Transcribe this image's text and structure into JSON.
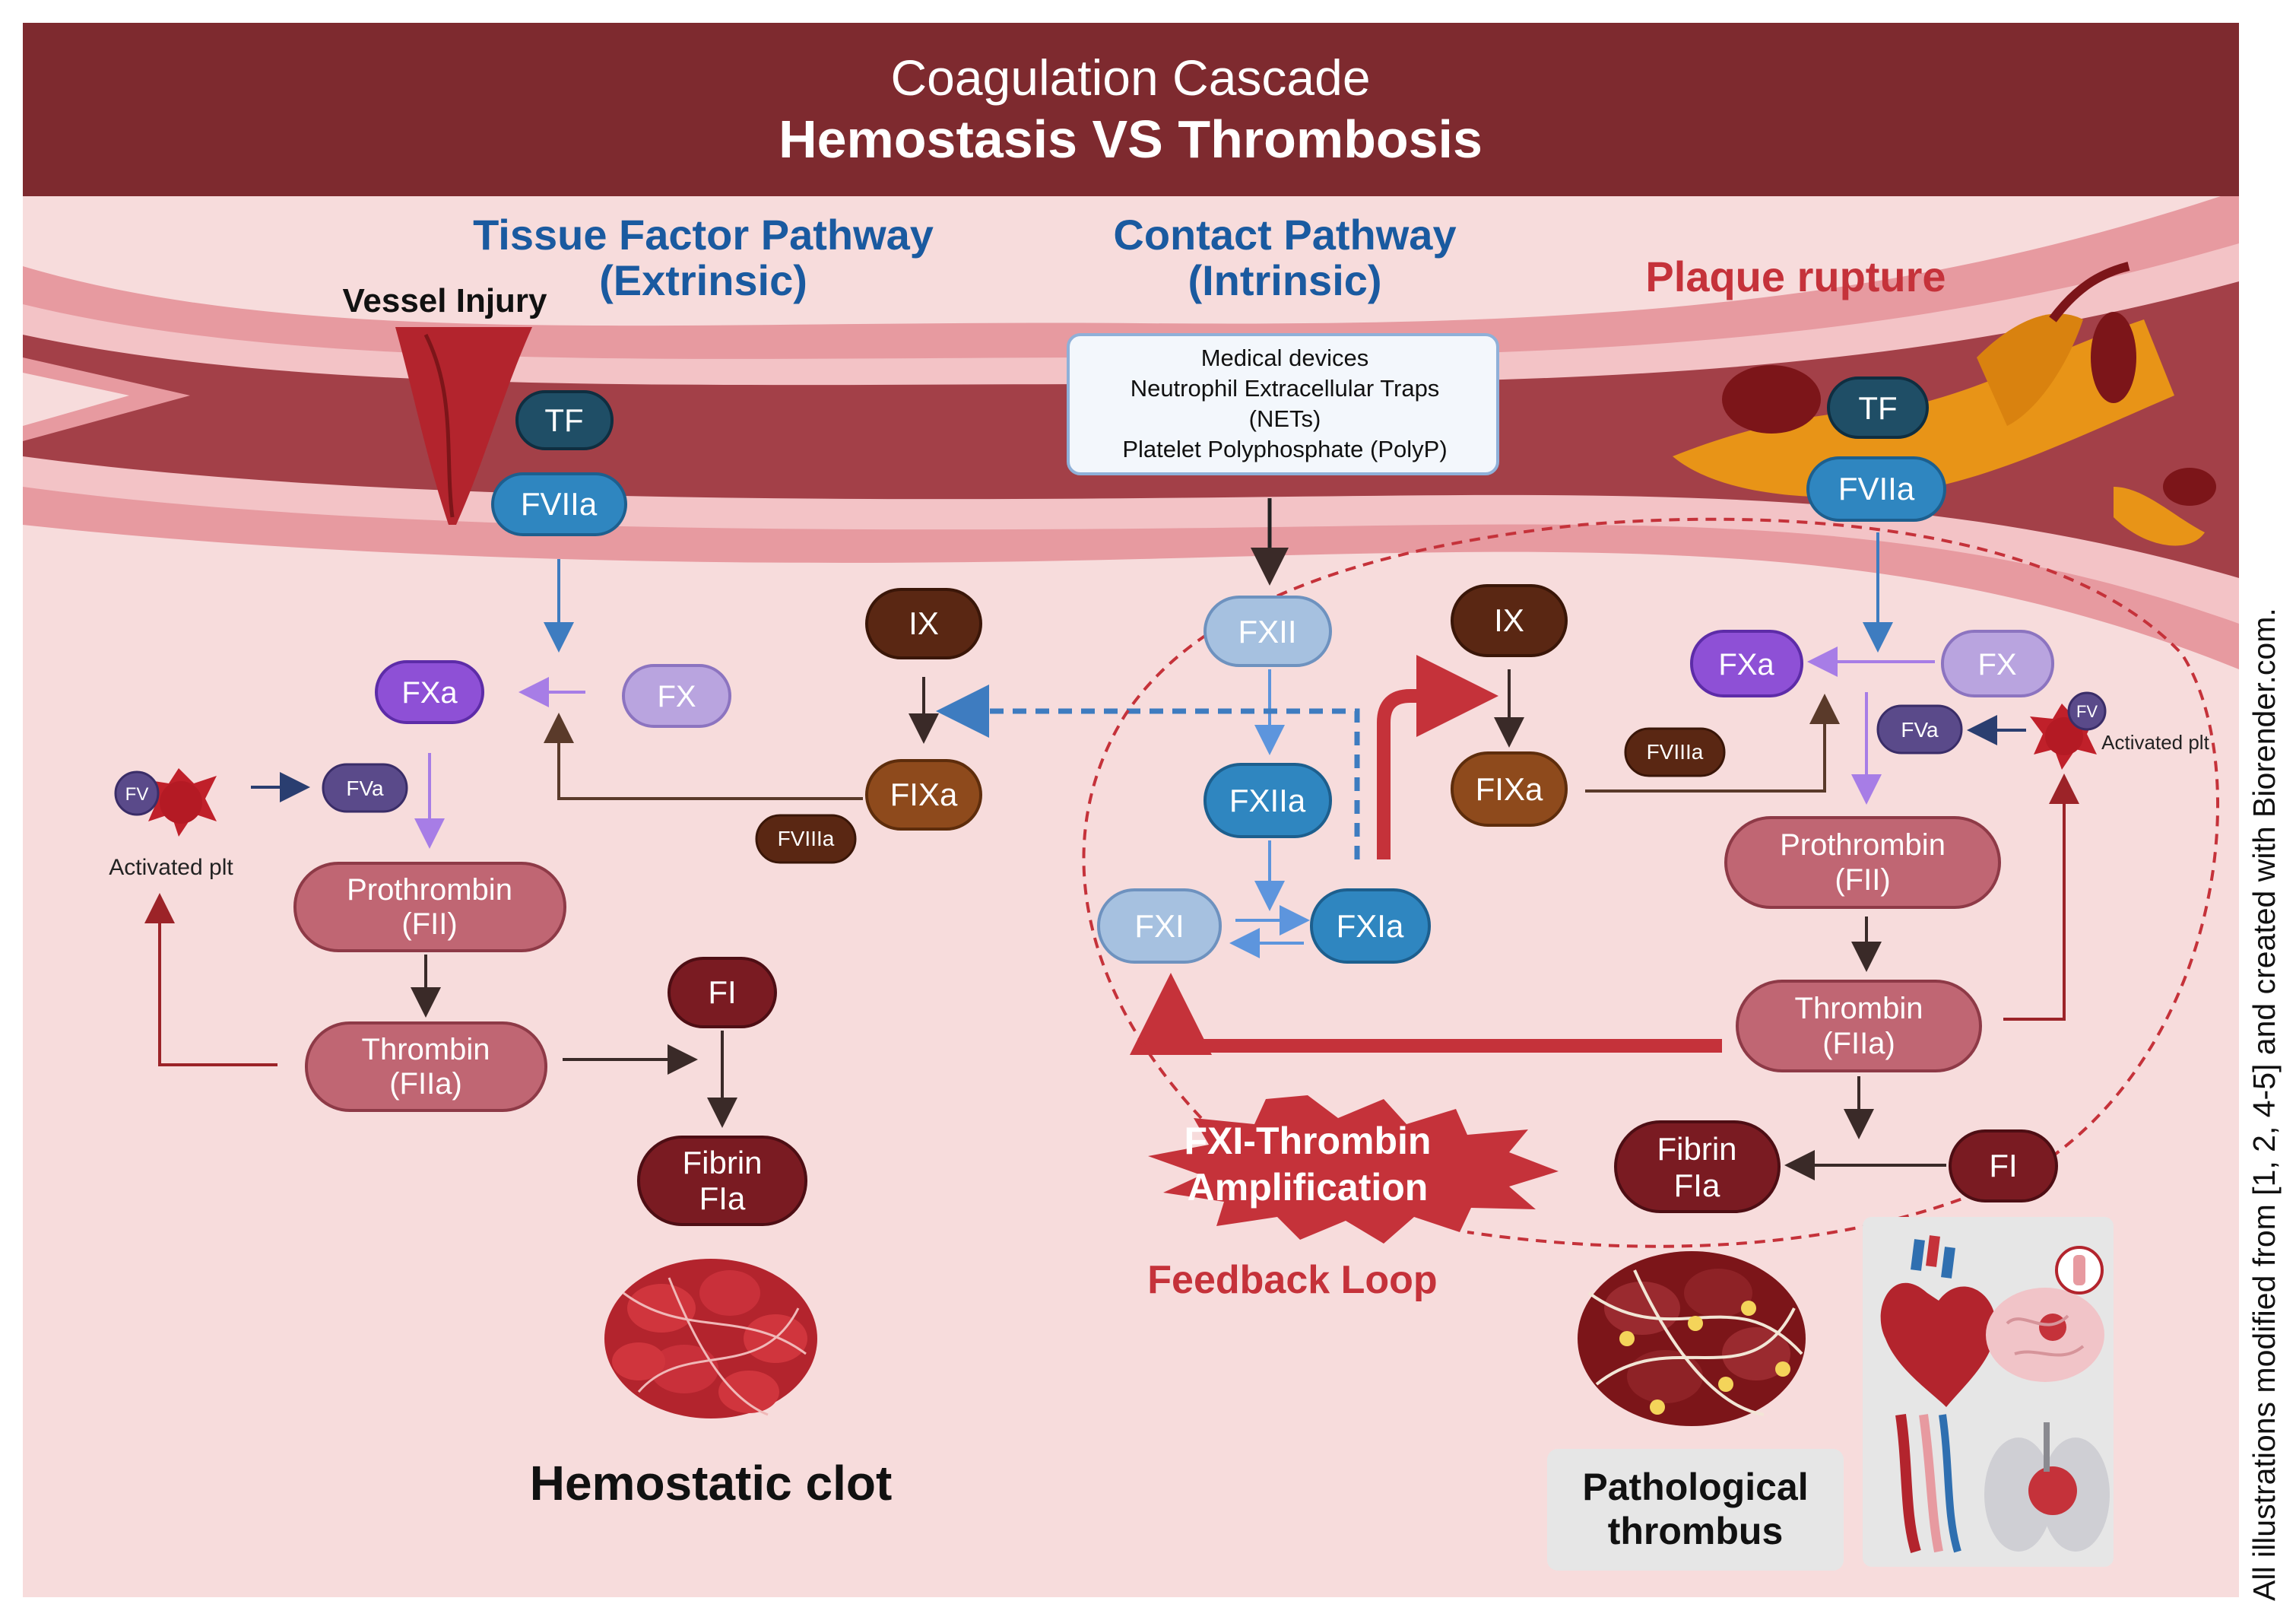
{
  "header": {
    "line1": "Coagulation Cascade",
    "line2": "Hemostasis VS Thrombosis"
  },
  "pathways": {
    "extrinsic_line1": "Tissue Factor Pathway",
    "extrinsic_line2": "(Extrinsic)",
    "intrinsic_line1": "Contact Pathway",
    "intrinsic_line2": "(Intrinsic)",
    "plaque": "Plaque rupture",
    "vessel_injury": "Vessel Injury"
  },
  "triggers": {
    "line1": "Medical devices",
    "line2": "Neutrophil Extracellular Traps",
    "line3": "(NETs)",
    "line4": "Platelet Polyphosphate (PolyP)"
  },
  "left": {
    "tf": "TF",
    "fviia": "FVIIa",
    "fxa": "FXa",
    "fx": "FX",
    "ix": "IX",
    "fixa": "FIXa",
    "fviiia": "FVIIIa",
    "fv": "FV",
    "fva": "FVa",
    "activated_plt": "Activated plt",
    "prothrombin_1": "Prothrombin",
    "prothrombin_2": "(FII)",
    "thrombin_1": "Thrombin",
    "thrombin_2": "(FIIa)",
    "fi": "FI",
    "fibrin_1": "Fibrin",
    "fibrin_2": "FIa",
    "clot_label": "Hemostatic clot"
  },
  "middle": {
    "fxii": "FXII",
    "fxiia": "FXIIa",
    "fxi": "FXI",
    "fxia": "FXIa",
    "burst_1": "FXI-Thrombin",
    "burst_2": "Amplification",
    "feedback": "Feedback Loop"
  },
  "right": {
    "tf": "TF",
    "fviia": "FVIIa",
    "fxa": "FXa",
    "fx": "FX",
    "ix": "IX",
    "fixa": "FIXa",
    "fviiia": "FVIIIa",
    "fv": "FV",
    "fva": "FVa",
    "activated_plt": "Activated plt",
    "prothrombin_1": "Prothrombin",
    "prothrombin_2": "(FII)",
    "thrombin_1": "Thrombin",
    "thrombin_2": "(FIIa)",
    "fi": "FI",
    "fibrin_1": "Fibrin",
    "fibrin_2": "FIa",
    "thrombus_1": "Pathological",
    "thrombus_2": "thrombus"
  },
  "credit": "All illustrations modified from [1, 2, 4-5] and created with Biorender.com.",
  "colors": {
    "header_bg": "#7e2a2f",
    "panel_bg": "#f7dcdc",
    "vessel_outer": "#e79aa0",
    "vessel_lumen": "#a34048",
    "tf_navy": "#1f4e66",
    "fviia_blue": "#2f86c0",
    "fxa_purple": "#8e50d6",
    "fx_lilac": "#b9a4df",
    "brown": "#5a2713",
    "fixa_brown": "#8e4a1c",
    "rose": "#c06673",
    "maroon": "#7a1b22",
    "amplification_red": "#c5323a",
    "pathway_blue": "#1a5aa0"
  }
}
